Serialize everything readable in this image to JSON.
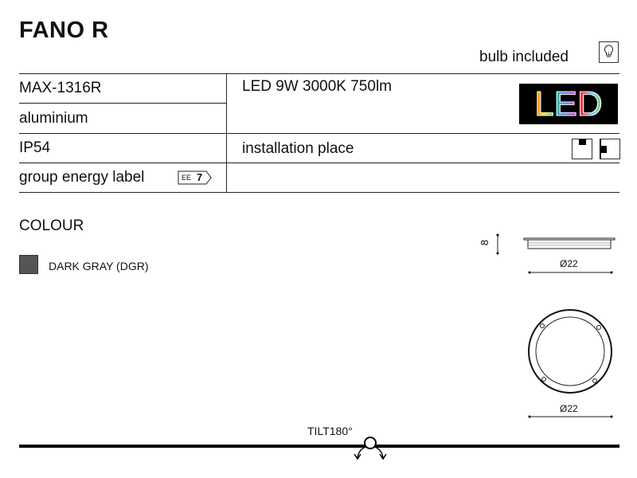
{
  "title": "FANO R",
  "bulb": {
    "label": "bulb included",
    "icon": "lightbulb-icon"
  },
  "specs": {
    "code": "MAX-1316R",
    "material": "aluminium",
    "ip": "IP54",
    "energy_label": "group energy label",
    "energy_badge_prefix": "EE",
    "energy_badge_value": "7",
    "light_source": "LED 9W 3000K 750lm",
    "installation": "installation place",
    "led_logo": "LED"
  },
  "colour": {
    "heading": "COLOUR",
    "items": [
      {
        "name": "DARK GRAY (DGR)",
        "hex": "#555555"
      }
    ]
  },
  "dimensions": {
    "height": "8",
    "side_diameter": "Ø22",
    "top_diameter": "Ø22"
  },
  "tilt": "TILT180°"
}
